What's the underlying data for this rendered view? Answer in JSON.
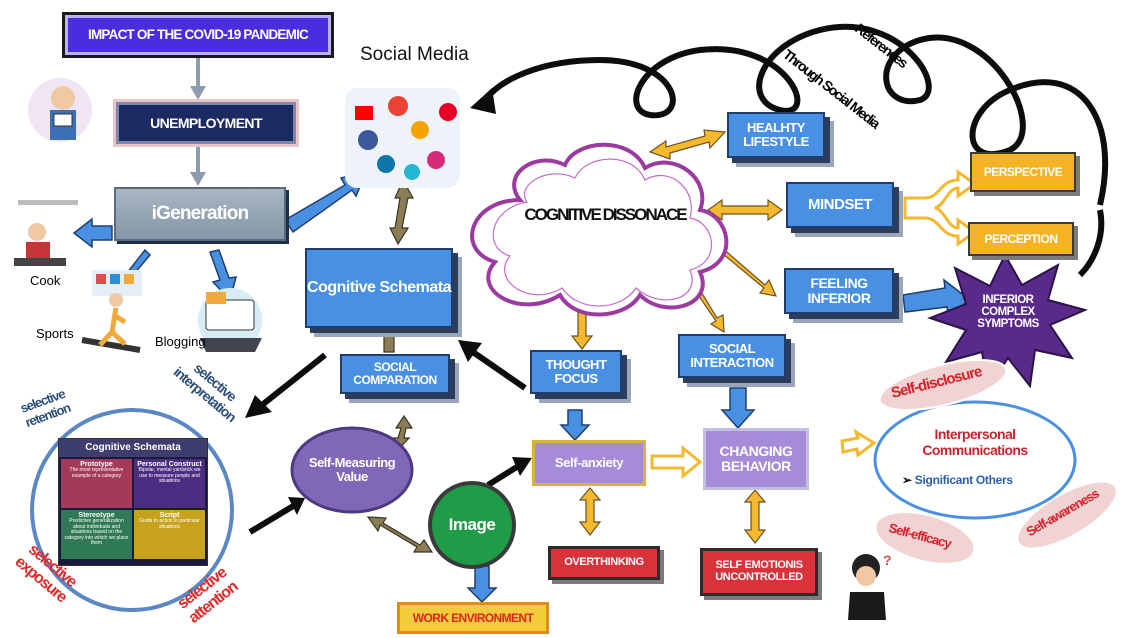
{
  "title": "IMPACT OF THE COVID-19 PANDEMIC",
  "unemployment": "UNEMPLOYMENT",
  "igeneration": "iGeneration",
  "social_media": "Social Media",
  "references": "References",
  "through_social_media": "Through Social Media",
  "cognitive_dissonance": "COGNITIVE DISSONACE",
  "cognitive_schemata": "Cognitive Schemata",
  "social_comparation": "SOCIAL COMPARATION",
  "thought_focus": "THOUGHT FOCUS",
  "social_interaction": "SOCIAL INTERACTION",
  "healthy_lifestyle": "HEALHTY LIFESTYLE",
  "mindset": "MINDSET",
  "feeling_inferior": "FEELING INFERIOR",
  "perspective": "PERSPECTIVE",
  "perception": "PERCEPTION",
  "inferior_complex": "INFERIOR COMPLEX SYMPTOMS",
  "activities": {
    "cook": "Cook",
    "sports": "Sports",
    "blogging": "Blogging"
  },
  "selective": {
    "retention": "selective retention",
    "interpretation": "selective interpretation",
    "exposure": "selective exposure",
    "attention": "selective attention"
  },
  "schemata_card": {
    "title": "Cognitive Schemata",
    "cells": [
      {
        "title": "Prototype",
        "text": "The most representative example of a category"
      },
      {
        "title": "Personal Construct",
        "text": "Bipolar, mental yardstick we use to measure people and situations"
      },
      {
        "title": "Stereotype",
        "text": "Predictive generalization about individuals and situations based on the category into which we place them"
      },
      {
        "title": "Script",
        "text": "Guide to action in particular situations"
      }
    ]
  },
  "self_measuring": "Self-Measuring Value",
  "image": "Image",
  "work_environment": "WORK ENVIRONMENT",
  "self_anxiety": "Self-anxiety",
  "changing_behavior": "CHANGING BEHAVIOR",
  "overthinking": "OVERTHINKING",
  "self_emotions": "SELF EMOTIONIS UNCONTROLLED",
  "interpersonal": {
    "title": "Interpersonal Communications",
    "item": "Significant Others"
  },
  "self_disclosure": "Self-disclosure",
  "self_efficacy": "Self-efficacy",
  "self_awareness": "Self-awareness",
  "colors": {
    "blue": "#4a90e2",
    "navy": "#1b2a63",
    "purple": "#a58bd8",
    "red": "#d8323b",
    "orange": "#f4b323",
    "arrow_orange": "#f5b82e",
    "arrow_olive": "#8b7d55"
  }
}
